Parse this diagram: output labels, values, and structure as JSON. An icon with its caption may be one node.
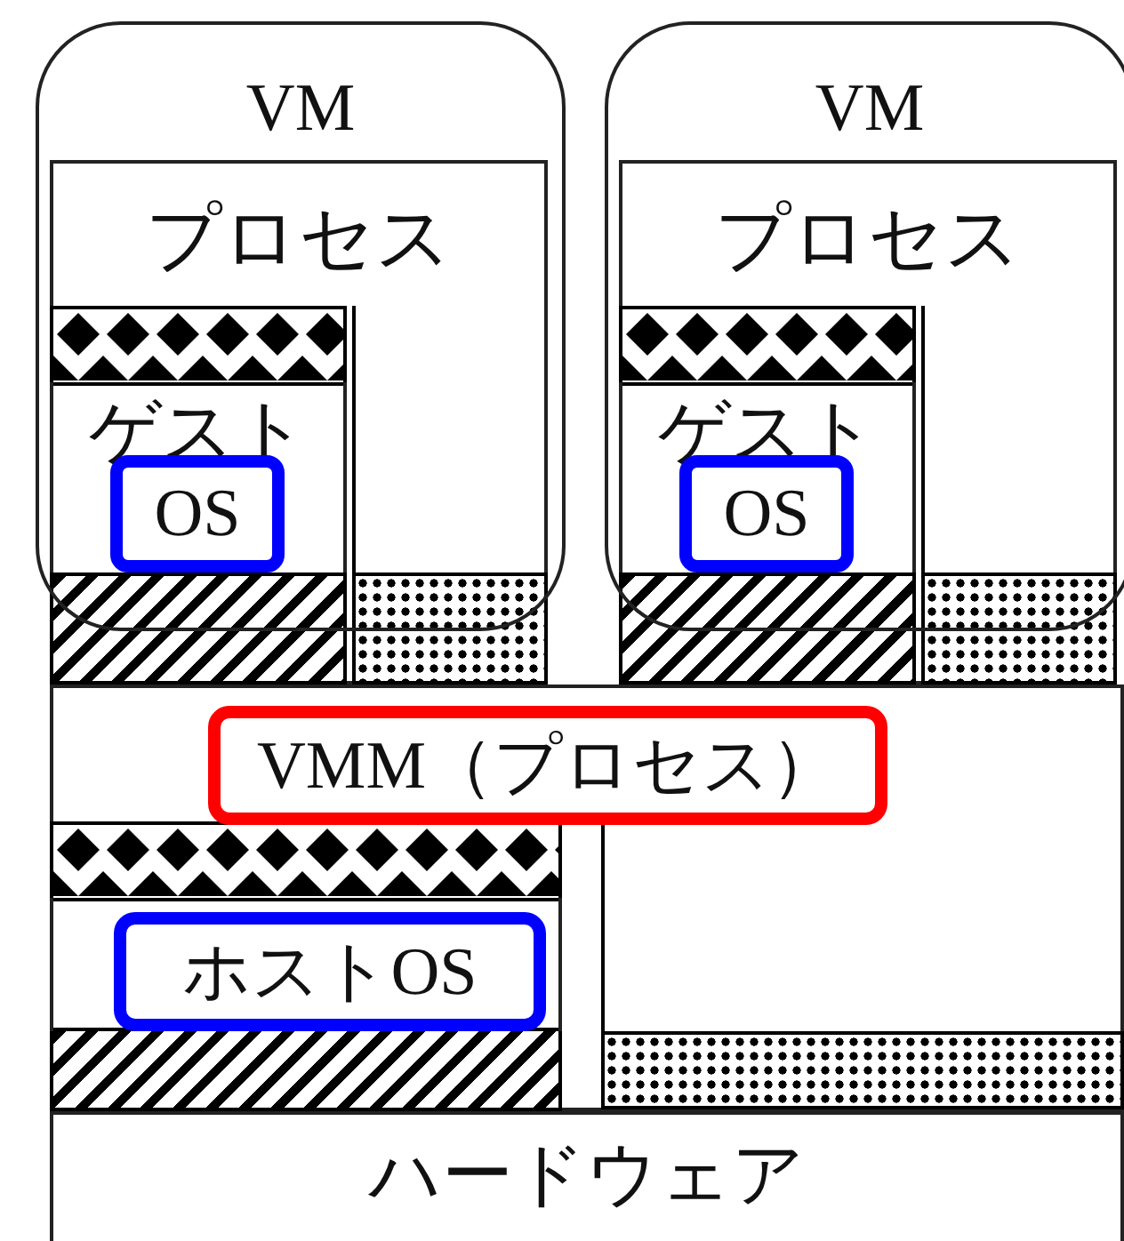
{
  "diagram": {
    "nodes": [
      {
        "text": [
          "VM"
        ]
      },
      {
        "text": [
          "プロセス"
        ]
      },
      {
        "text": [
          "ゲスト"
        ],
        "in": 1
      },
      {
        "text": [
          "OS"
        ],
        "in": 2
      },
      {
        "text": [
          "VM"
        ]
      },
      {
        "text": [
          "プロセス"
        ]
      },
      {
        "text": [
          "ゲスト"
        ],
        "in": 5
      },
      {
        "text": [
          "OS"
        ],
        "in": 6
      },
      {
        "text": [
          "VMM（プロセス）"
        ]
      },
      {
        "text": [
          "ホストOS"
        ],
        "in": 8
      },
      {
        "text": [
          "ハードウェア"
        ]
      },
      {
        "text": [],
        "shape": "bar",
        "in": 1
      },
      {
        "text": [],
        "shape": "bar",
        "in": 1
      },
      {
        "text": [],
        "shape": "bar",
        "in": 1
      },
      {
        "text": [],
        "shape": "bar",
        "in": 5
      },
      {
        "text": [],
        "shape": "bar",
        "in": 5
      },
      {
        "text": [],
        "shape": "bar",
        "in": 5
      },
      {
        "text": [],
        "shape": "bar",
        "in": 8
      },
      {
        "text": [],
        "shape": "bar",
        "in": 8
      },
      {
        "text": [],
        "shape": "bar",
        "in": 8
      }
    ],
    "edges": []
  }
}
